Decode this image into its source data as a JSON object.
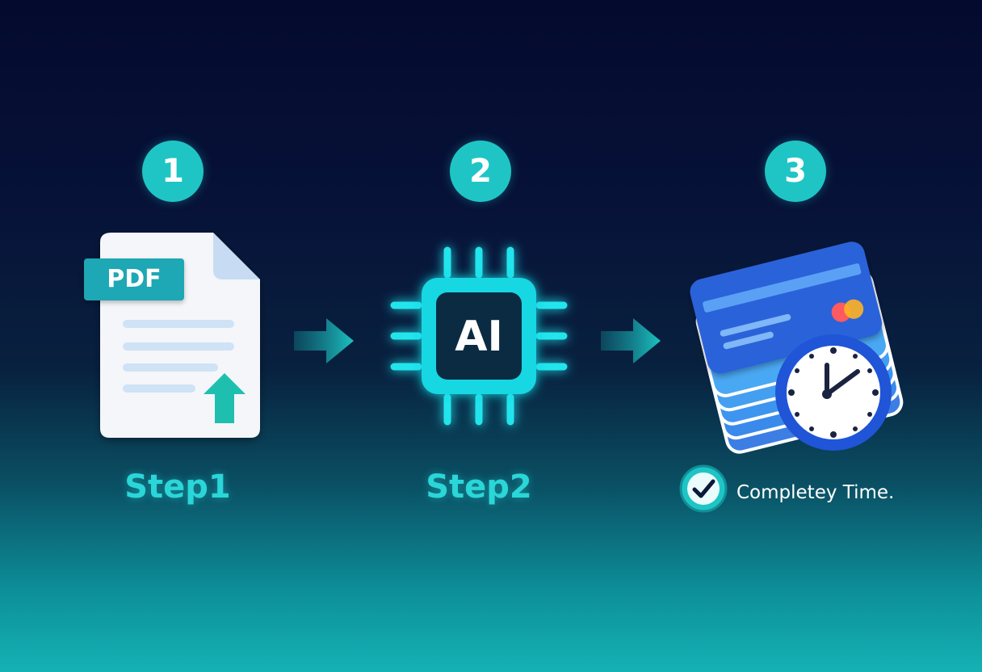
{
  "steps": [
    {
      "number": "1",
      "label": "Step1",
      "icon": "pdf-document-upload-icon",
      "tag": "PDF"
    },
    {
      "number": "2",
      "label": "Step2",
      "icon": "ai-chip-icon",
      "tag": "AI"
    },
    {
      "number": "3",
      "label": "",
      "icon": "stacked-cards-clock-icon"
    }
  ],
  "completion": {
    "text": "Completey Time.",
    "icon": "check-circle-icon"
  },
  "colors": {
    "accent": "#1fc5c5",
    "label": "#2ad6d8",
    "card_blue": "#2f6fe0",
    "background_top": "#040a2e",
    "background_bottom": "#15b2b4"
  }
}
